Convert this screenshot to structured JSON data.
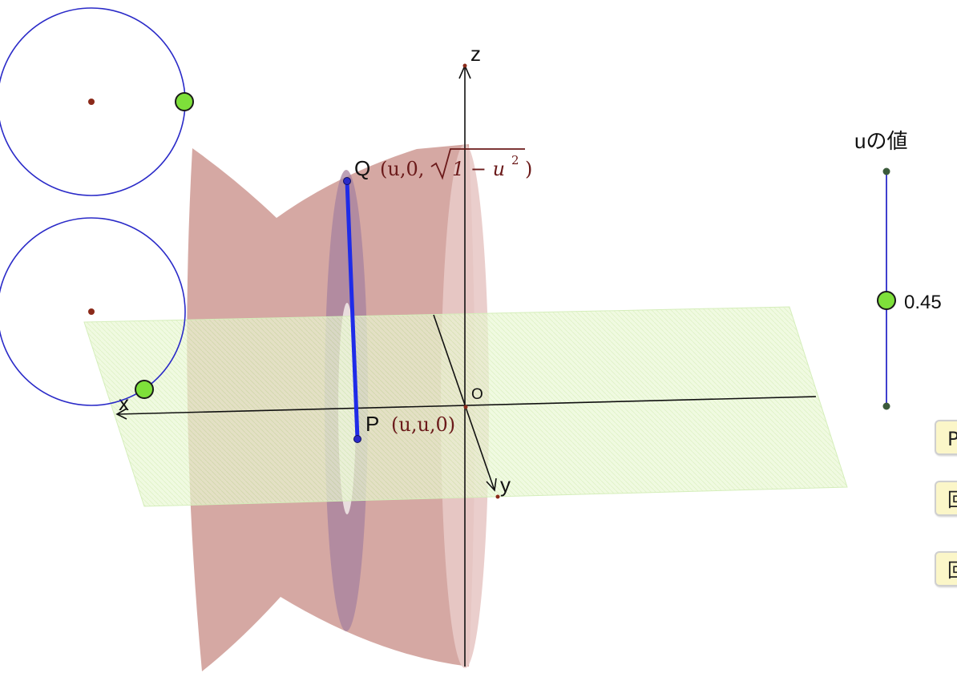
{
  "axes": {
    "x": "x",
    "y": "y",
    "z": "z",
    "origin": "O"
  },
  "points": {
    "P": {
      "name": "P",
      "coord": "(u,u,0)"
    },
    "Q": {
      "name": "Q",
      "coord_prefix": "(u,0,",
      "coord_suffix": "1 −  u",
      "exponent": "2",
      "close": ")"
    }
  },
  "slider": {
    "title": "uの値",
    "value": "0.45"
  },
  "buttons": [
    {
      "label": "P"
    },
    {
      "label": "回"
    },
    {
      "label": "回"
    }
  ],
  "colors": {
    "solid": "#c98f89",
    "plane": "#e3f6c4",
    "segment": "#1f2be8",
    "circle": "#2a2ac8",
    "handle": "#7ee03a",
    "axis": "#111111"
  }
}
